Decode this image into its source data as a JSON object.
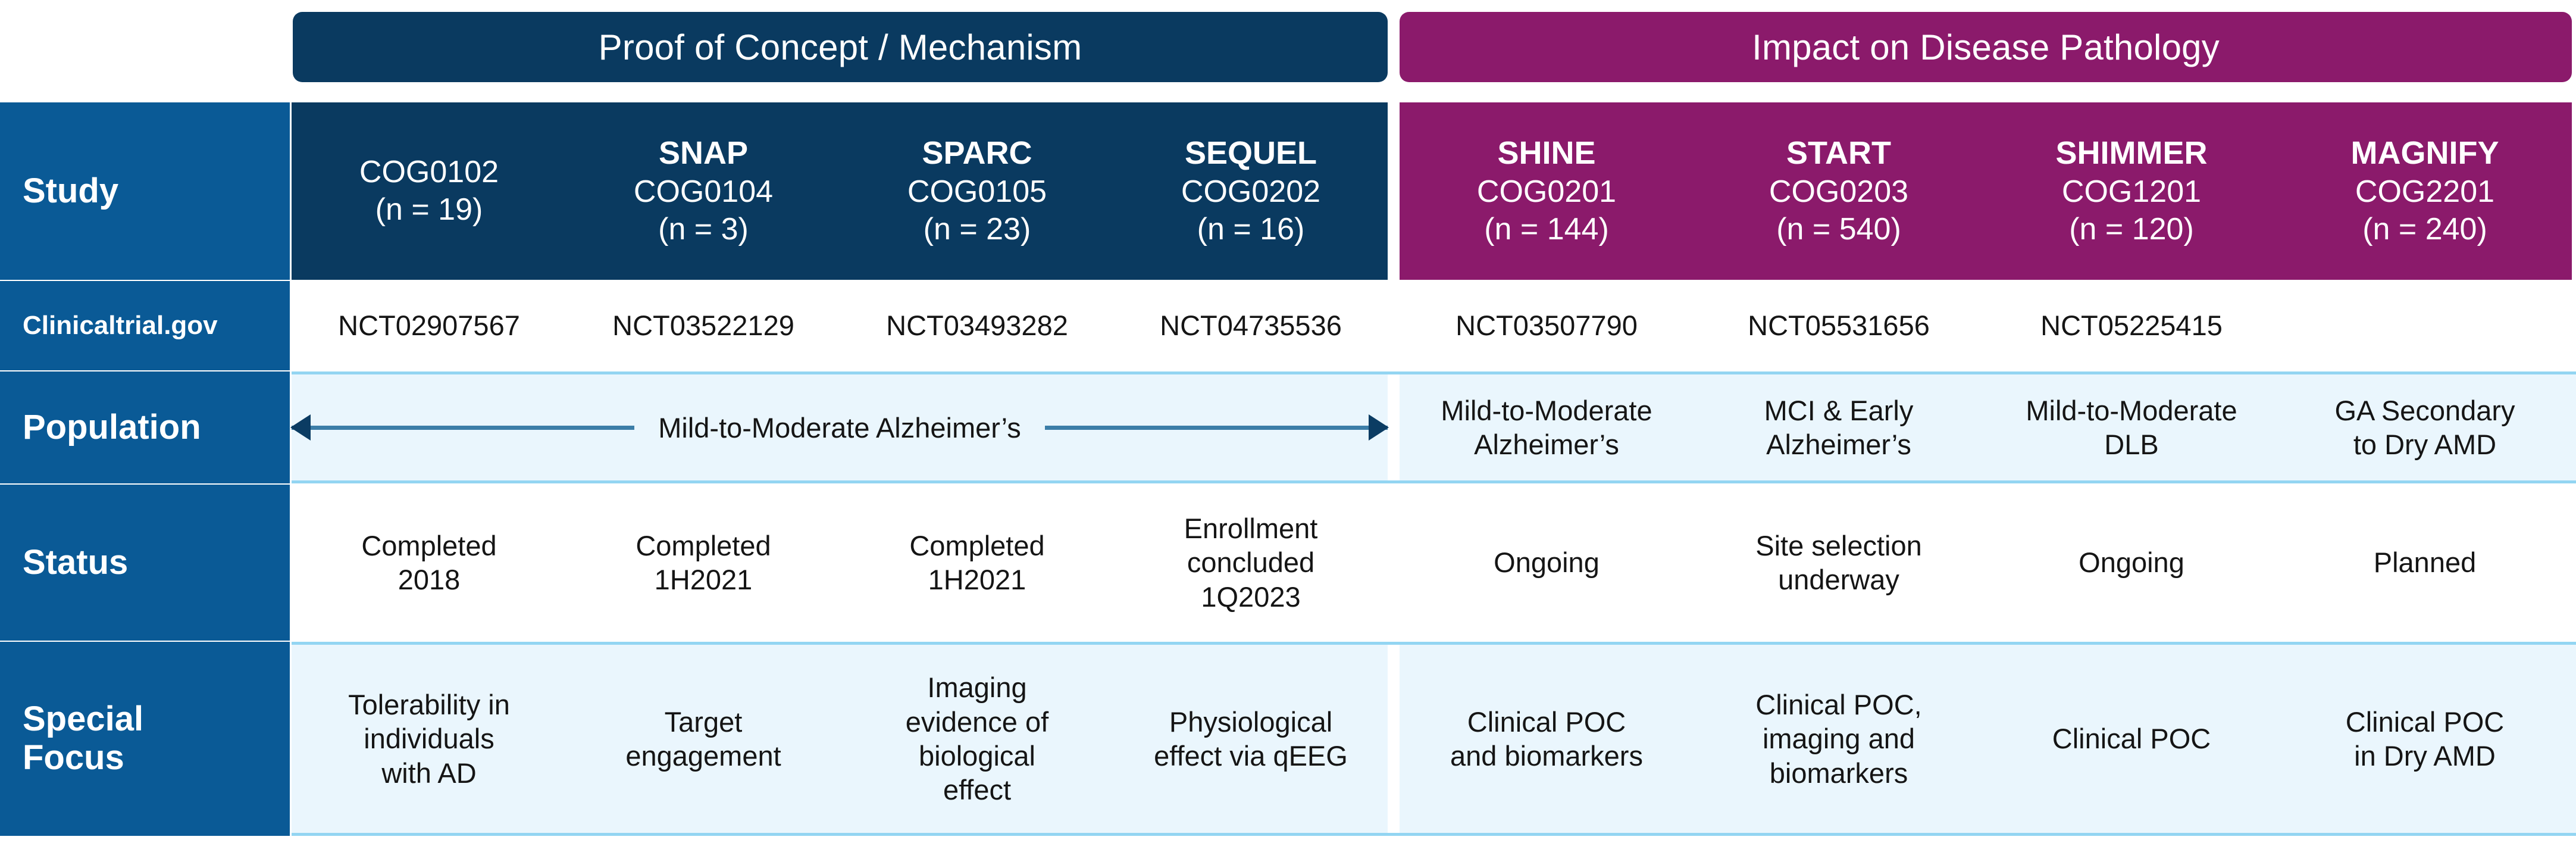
{
  "banners": {
    "proof_of_concept": "Proof of Concept / Mechanism",
    "impact_on_disease": "Impact on Disease Pathology"
  },
  "colors": {
    "label_blue": "#0A5A96",
    "navy": "#0A3A60",
    "magenta": "#8B1A6B",
    "row_tint": "#EAF6FD",
    "separator": "#93D5F2",
    "arrow": "#0B3C63"
  },
  "row_labels": {
    "study": "Study",
    "clinicaltrial_gov": "Clinicaltrial.gov",
    "population": "Population",
    "status": "Status",
    "special_focus_line1": "Special",
    "special_focus_line2": "Focus"
  },
  "population_span": {
    "label": "Mild-to-Moderate Alzheimer’s",
    "icon_left": "arrow-left-icon",
    "icon_right": "arrow-right-icon"
  },
  "columns": [
    {
      "group": "proof-of-concept",
      "acronym": "",
      "code": "COG0102",
      "enrollment": "(n = 19)",
      "nct": "NCT02907567",
      "population": "",
      "status_lines": [
        "Completed",
        "2018"
      ],
      "focus_lines": [
        "Tolerability in",
        "individuals",
        "with AD"
      ]
    },
    {
      "group": "proof-of-concept",
      "acronym": "SNAP",
      "code": "COG0104",
      "enrollment": "(n = 3)",
      "nct": "NCT03522129",
      "population": "",
      "status_lines": [
        "Completed",
        "1H2021"
      ],
      "focus_lines": [
        "Target",
        "engagement"
      ]
    },
    {
      "group": "proof-of-concept",
      "acronym": "SPARC",
      "code": "COG0105",
      "enrollment": "(n = 23)",
      "nct": "NCT03493282",
      "population": "",
      "status_lines": [
        "Completed",
        "1H2021"
      ],
      "focus_lines": [
        "Imaging",
        "evidence of",
        "biological",
        "effect"
      ]
    },
    {
      "group": "proof-of-concept",
      "acronym": "SEQUEL",
      "code": "COG0202",
      "enrollment": "(n = 16)",
      "nct": "NCT04735536",
      "population": "",
      "status_lines": [
        "Enrollment",
        "concluded",
        "1Q2023"
      ],
      "focus_lines": [
        "Physiological",
        "effect via qEEG"
      ]
    },
    {
      "group": "impact-on-disease",
      "acronym": "SHINE",
      "code": "COG0201",
      "enrollment": "(n = 144)",
      "nct": "NCT03507790",
      "population_lines": [
        "Mild-to-Moderate",
        "Alzheimer’s"
      ],
      "status_lines": [
        "Ongoing"
      ],
      "focus_lines": [
        "Clinical POC",
        "and biomarkers"
      ]
    },
    {
      "group": "impact-on-disease",
      "acronym": "START",
      "code": "COG0203",
      "enrollment": "(n = 540)",
      "nct": "NCT05531656",
      "population_lines": [
        "MCI & Early",
        "Alzheimer’s"
      ],
      "status_lines": [
        "Site selection",
        "underway"
      ],
      "focus_lines": [
        "Clinical POC,",
        "imaging and",
        "biomarkers"
      ]
    },
    {
      "group": "impact-on-disease",
      "acronym": "SHIMMER",
      "code": "COG1201",
      "enrollment": "(n = 120)",
      "nct": "NCT05225415",
      "population_lines": [
        "Mild-to-Moderate",
        "DLB"
      ],
      "status_lines": [
        "Ongoing"
      ],
      "focus_lines": [
        "Clinical POC"
      ]
    },
    {
      "group": "impact-on-disease",
      "acronym": "MAGNIFY",
      "code": "COG2201",
      "enrollment": "(n = 240)",
      "nct": "",
      "population_lines": [
        "GA Secondary",
        "to Dry AMD"
      ],
      "status_lines": [
        "Planned"
      ],
      "focus_lines": [
        "Clinical POC",
        "in Dry AMD"
      ]
    }
  ]
}
